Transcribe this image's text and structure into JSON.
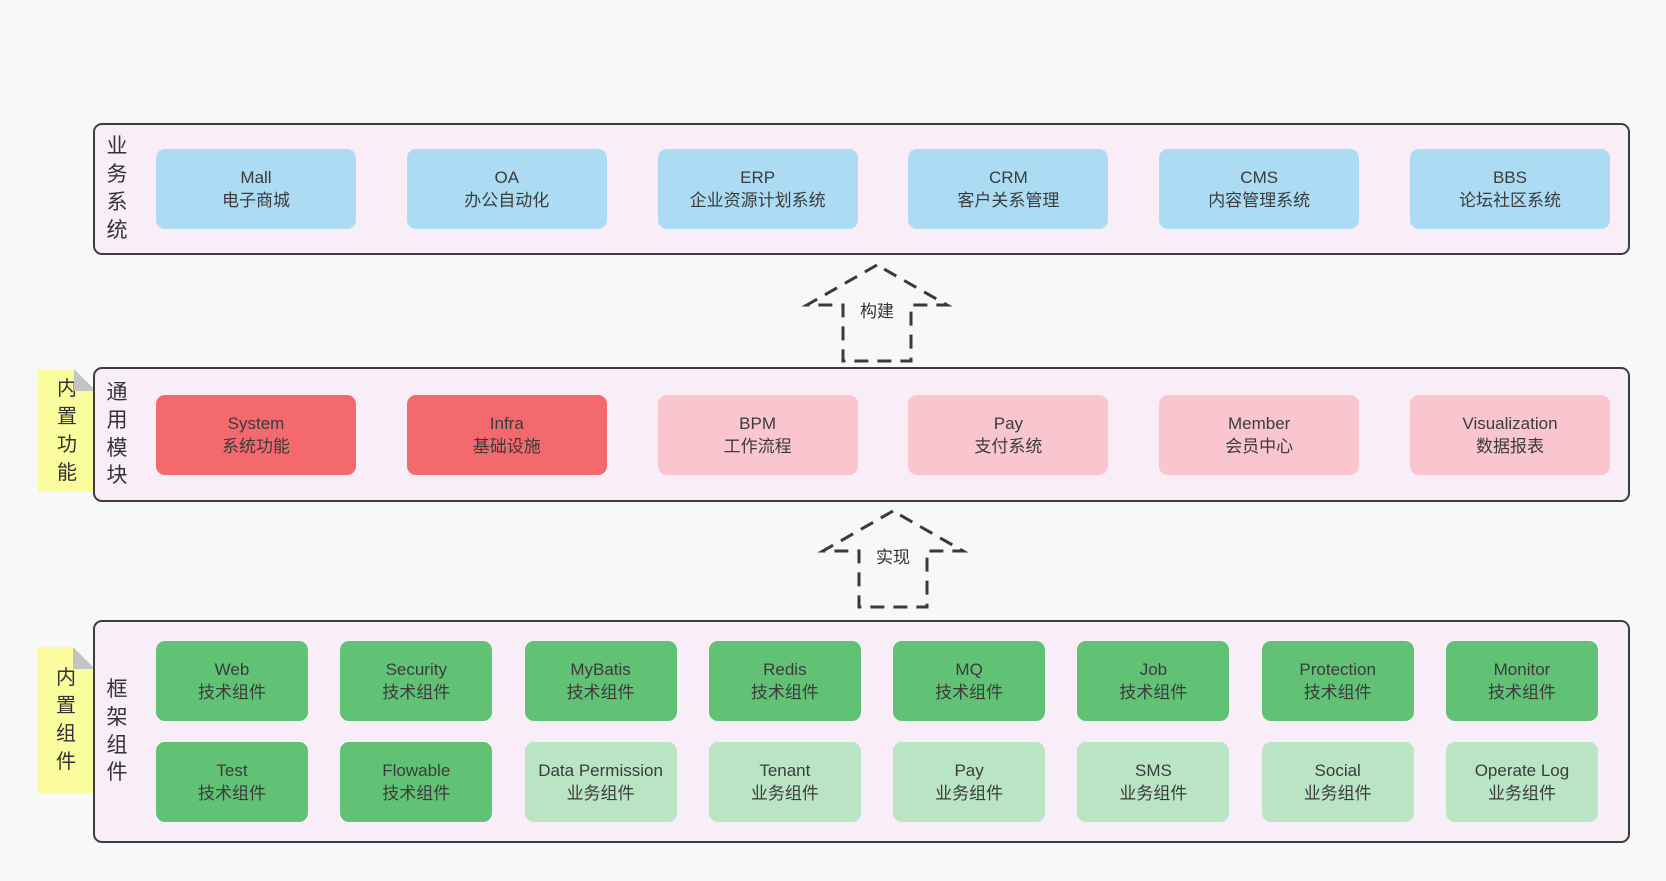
{
  "colors": {
    "page_background": "#f8f8f8",
    "container_background": "#f9eef7",
    "container_border": "#3d3d3d",
    "box_blue": "#abdcf4",
    "box_red": "#f4696e",
    "box_pink": "#f9c6d0",
    "box_green": "#61c276",
    "box_green_light": "#bae5c5",
    "note_yellow": "#fafc9e",
    "note_fold_gray": "#c4c4c4",
    "text": "#3b3b3b"
  },
  "arrows": [
    {
      "label": "构建"
    },
    {
      "label": "实现"
    }
  ],
  "layers": [
    {
      "label": "业务系统",
      "boxes": [
        {
          "name": "Mall",
          "subtitle": "电子商城"
        },
        {
          "name": "OA",
          "subtitle": "办公自动化"
        },
        {
          "name": "ERP",
          "subtitle": "企业资源计划系统"
        },
        {
          "name": "CRM",
          "subtitle": "客户关系管理"
        },
        {
          "name": "CMS",
          "subtitle": "内容管理系统"
        },
        {
          "name": "BBS",
          "subtitle": "论坛社区系统"
        }
      ]
    },
    {
      "label": "通用模块",
      "note": "内置功能",
      "boxes": [
        {
          "name": "System",
          "subtitle": "系统功能"
        },
        {
          "name": "Infra",
          "subtitle": "基础设施"
        },
        {
          "name": "BPM",
          "subtitle": "工作流程"
        },
        {
          "name": "Pay",
          "subtitle": "支付系统"
        },
        {
          "name": "Member",
          "subtitle": "会员中心"
        },
        {
          "name": "Visualization",
          "subtitle": "数据报表"
        }
      ]
    },
    {
      "label": "框架组件",
      "note": "内置组件",
      "rows": [
        {
          "boxes": [
            {
              "name": "Web",
              "subtitle": "技术组件"
            },
            {
              "name": "Security",
              "subtitle": "技术组件"
            },
            {
              "name": "MyBatis",
              "subtitle": "技术组件"
            },
            {
              "name": "Redis",
              "subtitle": "技术组件"
            },
            {
              "name": "MQ",
              "subtitle": "技术组件"
            },
            {
              "name": "Job",
              "subtitle": "技术组件"
            },
            {
              "name": "Protection",
              "subtitle": "技术组件"
            },
            {
              "name": "Monitor",
              "subtitle": "技术组件"
            }
          ]
        },
        {
          "boxes": [
            {
              "name": "Test",
              "subtitle": "技术组件"
            },
            {
              "name": "Flowable",
              "subtitle": "技术组件"
            },
            {
              "name": "Data Permission",
              "subtitle": "业务组件"
            },
            {
              "name": "Tenant",
              "subtitle": "业务组件"
            },
            {
              "name": "Pay",
              "subtitle": "业务组件"
            },
            {
              "name": "SMS",
              "subtitle": "业务组件"
            },
            {
              "name": "Social",
              "subtitle": "业务组件"
            },
            {
              "name": "Operate Log",
              "subtitle": "业务组件"
            }
          ]
        }
      ]
    }
  ]
}
